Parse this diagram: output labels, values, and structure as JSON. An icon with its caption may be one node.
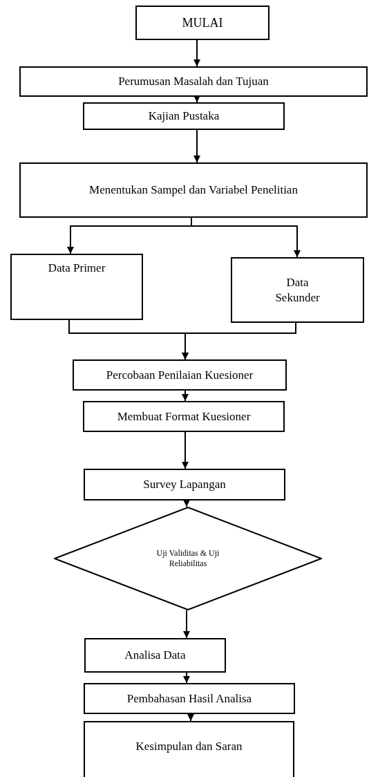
{
  "diagram": {
    "nodes": [
      {
        "text": [
          "MULAI"
        ]
      },
      {
        "text": [
          "Perumusan Masalah dan Tujuan"
        ]
      },
      {
        "text": [
          "Kajian Pustaka"
        ]
      },
      {
        "text": [
          "Menentukan Sampel dan Variabel Penelitian"
        ]
      },
      {
        "text": [
          "Data Primer"
        ]
      },
      {
        "text": [
          "Data Sekunder"
        ]
      },
      {
        "text": [
          "Percobaan Penilaian  Kuesioner"
        ]
      },
      {
        "text": [
          "Membuat Format Kuesioner"
        ]
      },
      {
        "text": [
          "Survey Lapangan"
        ]
      },
      {
        "text": [
          "Uji Validitas & Uji Reliabilitas"
        ]
      },
      {
        "text": [
          "Analisa Data"
        ]
      },
      {
        "text": [
          "Pembahasan Hasil Analisa"
        ]
      },
      {
        "text": [
          "Kesimpulan dan Saran"
        ]
      }
    ],
    "edges": [
      {
        "from": 0,
        "to": 1,
        "arrow": "to"
      },
      {
        "from": 1,
        "to": 2,
        "arrow": "to"
      },
      {
        "from": 2,
        "to": 3,
        "arrow": "to"
      },
      {
        "from": 3,
        "to": 4,
        "arrow": "to"
      },
      {
        "from": 3,
        "to": 5,
        "arrow": "to"
      },
      {
        "from": 4,
        "to": 6,
        "arrow": "to"
      },
      {
        "from": 5,
        "to": 6,
        "arrow": "to"
      },
      {
        "from": 6,
        "to": 7,
        "arrow": "to"
      },
      {
        "from": 7,
        "to": 8,
        "arrow": "to"
      },
      {
        "from": 8,
        "to": 9,
        "arrow": "to"
      },
      {
        "from": 9,
        "to": 10,
        "arrow": "to"
      },
      {
        "from": 10,
        "to": 11,
        "arrow": "to"
      },
      {
        "from": 11,
        "to": 12,
        "arrow": "to"
      }
    ]
  }
}
